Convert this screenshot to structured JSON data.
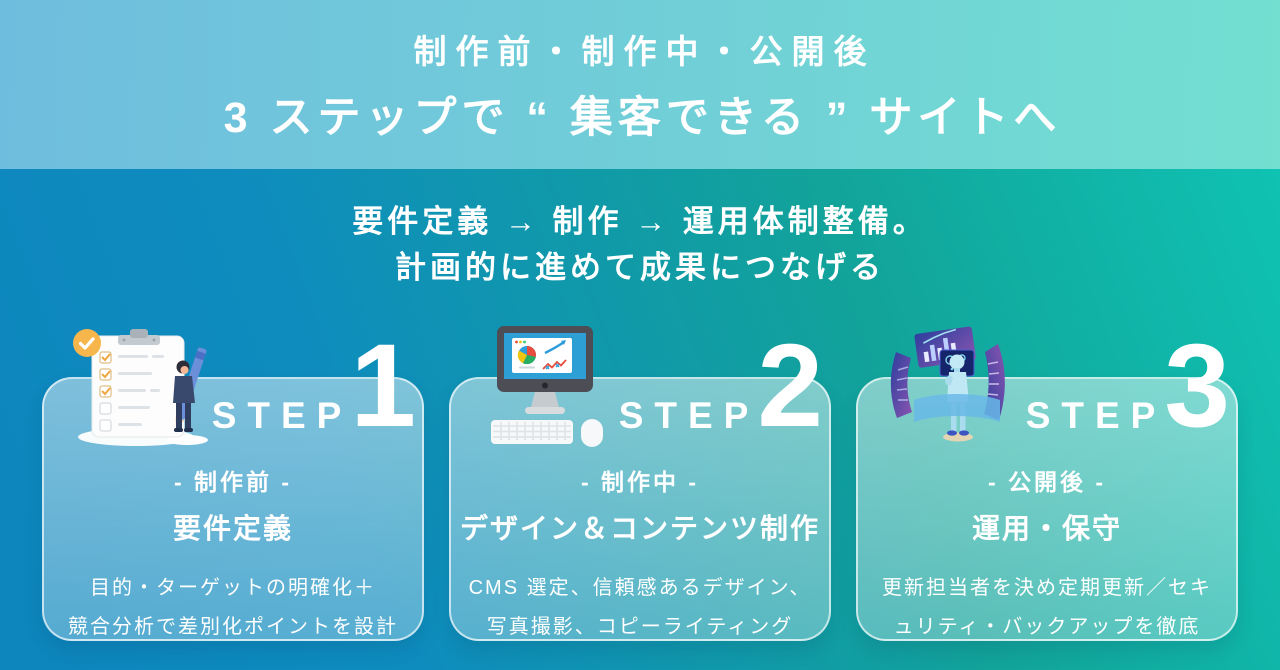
{
  "header": {
    "line1": "制作前・制作中・公開後",
    "line2": "3 ステップで “ 集客できる ” サイトへ"
  },
  "lead": {
    "line1": "要件定義 → 制作 → 運用体制整備。",
    "line2": "計画的に進めて成果につなげる"
  },
  "steps": [
    {
      "step_label": "STEP",
      "step_number": "1",
      "icon": "clipboard-checklist-illustration",
      "phase": "- 制作前 -",
      "title": "要件定義",
      "description": "目的・ターゲットの明確化＋\n競合分析で差別化ポイントを設計"
    },
    {
      "step_label": "STEP",
      "step_number": "2",
      "icon": "desktop-monitor-charts-illustration",
      "phase": "- 制作中 -",
      "title": "デザイン＆コンテンツ制作",
      "description": "CMS 選定、信頼感あるデザイン、\n写真撮影、コピーライティング"
    },
    {
      "step_label": "STEP",
      "step_number": "3",
      "icon": "robot-monitors-illustration",
      "phase": "- 公開後 -",
      "title": "運用・保守",
      "description": "更新担当者を決め定期更新／セキ\nュリティ・バックアップを徹底"
    }
  ],
  "colors": {
    "header_gradient_start": "#6fbdde",
    "header_gradient_end": "#72dfd1",
    "main_gradient_start": "#0d85bd",
    "main_gradient_end": "#0fc2b2",
    "card_border": "rgba(255,255,255,0.65)",
    "text": "#ffffff"
  }
}
